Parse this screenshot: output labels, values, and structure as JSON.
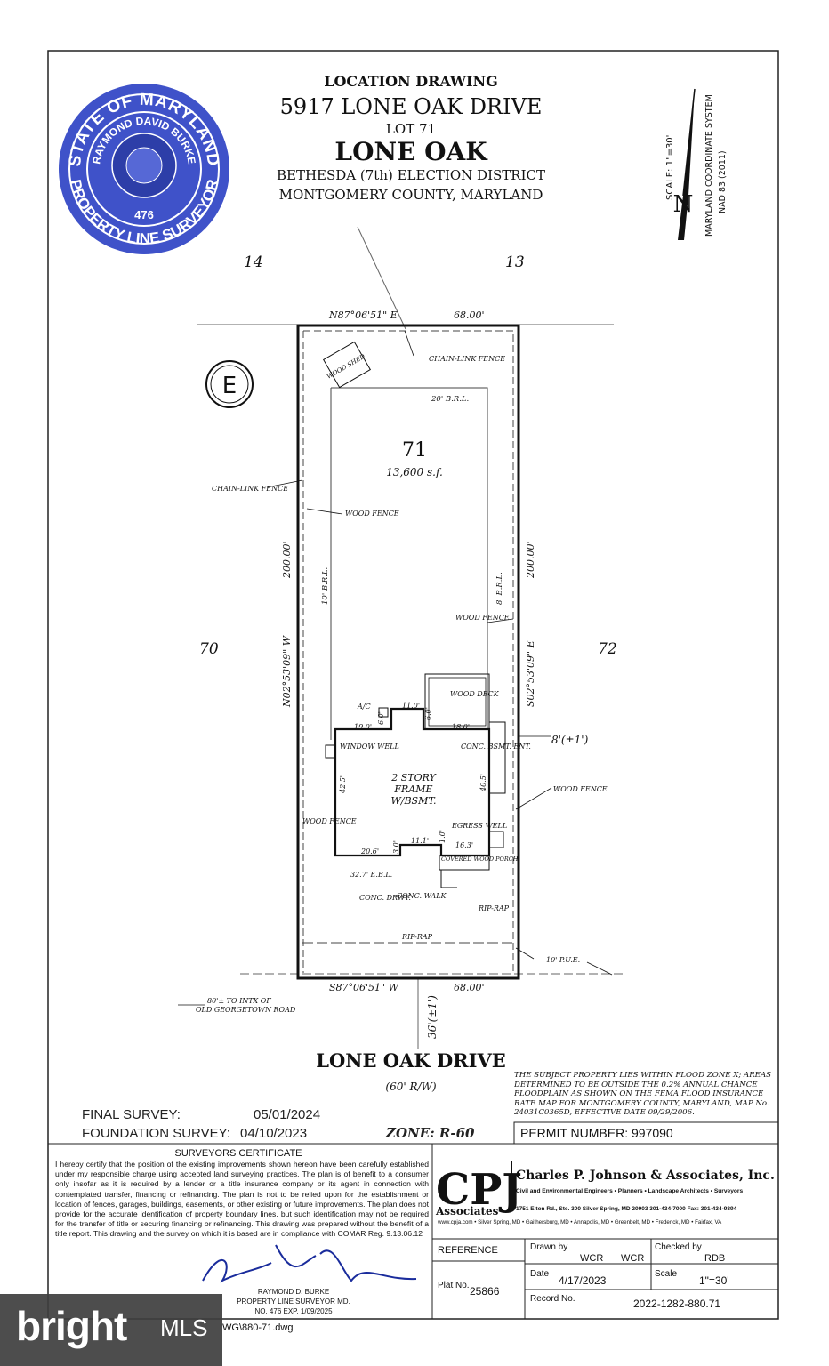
{
  "title_block": {
    "heading": "LOCATION DRAWING",
    "address": "5917 LONE OAK DRIVE",
    "lot": "LOT 71",
    "subdivision": "LONE OAK",
    "district": "BETHESDA (7th) ELECTION DISTRICT",
    "county": "MONTGOMERY COUNTY, MARYLAND"
  },
  "seal": {
    "top_text": "STATE OF MARYLAND",
    "name": "RAYMOND DAVID BURKE",
    "number": "476",
    "bottom_text": "PROPERTY LINE SURVEYOR"
  },
  "north_arrow": {
    "scale": "SCALE: 1\"=30'",
    "letter": "N",
    "coord_system": "MARYLAND COORDINATE SYSTEM",
    "datum": "NAD 83 (2011)"
  },
  "plan": {
    "adjacent_lots": {
      "left_top": "14",
      "right_top": "13",
      "left": "70",
      "right": "72"
    },
    "lot_number": "71",
    "area": "13,600 s.f.",
    "top_bearing": "N87°06'51\" E",
    "top_distance": "68.00'",
    "bottom_bearing": "S87°06'51\" W",
    "bottom_distance": "68.00'",
    "left_bearing": "N02°53'09\" W",
    "left_distance": "200.00'",
    "right_bearing": "S02°53'09\" E",
    "right_distance": "200.00'",
    "flood_zone_symbol": "E",
    "shed": "WOOD SHED",
    "chainlink_top": "CHAIN-LINK FENCE",
    "rear_brl": "20' B.R.L.",
    "chainlink_left": "CHAIN-LINK FENCE",
    "wood_fence_1": "WOOD FENCE",
    "left_brl": "10' B.R.L.",
    "right_brl": "8' B.R.L.",
    "wood_fence_2": "WOOD FENCE",
    "house_label": [
      "2 STORY",
      "FRAME",
      "W/BSMT."
    ],
    "dim_ac": "A/C",
    "dim_19": "19.0'",
    "dim_6a": "6.0'",
    "dim_11": "11.0'",
    "dim_6b": "6.0'",
    "dim_18": "18.0'",
    "wood_deck": "WOOD DECK",
    "window_well": "WINDOW WELL",
    "conc_bsmt": "CONC. BSMT. ENT.",
    "side_offset": "8'(±1')",
    "dim_42": "42.5'",
    "dim_40": "40.5'",
    "wood_fence_3": "WOOD FENCE",
    "wood_fence_4": "WOOD FENCE",
    "egress_well": "EGRESS WELL",
    "dim_16": "16.3'",
    "dim_1": "1.0'",
    "dim_20": "20.6'",
    "dim_3": "3.0'",
    "dim_11b": "11.1'",
    "covered_porch": "COVERED WOOD PORCH",
    "ebl": "32.7' E.B.L.",
    "conc_drwy": "CONC. DRWY.",
    "conc_walk": "CONC. WALK",
    "rip_rap_1": "RIP-RAP",
    "rip_rap_2": "RIP-RAP",
    "pue": "10' P.U.E.",
    "to_intx": "80'± TO INTX OF",
    "road_name_intx": "OLD GEORGETOWN ROAD",
    "front_offset": "36'(±1')",
    "street": "LONE OAK DRIVE",
    "row": "(60' R/W)"
  },
  "flood_note": "THE SUBJECT PROPERTY LIES WITHIN FLOOD ZONE X; AREAS DETERMINED TO BE OUTSIDE THE 0.2% ANNUAL CHANCE FLOODPLAIN AS SHOWN ON THE FEMA FLOOD INSURANCE RATE MAP FOR MONTGOMERY COUNTY, MARYLAND, MAP No. 24031C0365D, EFFECTIVE DATE 09/29/2006.",
  "surveys": {
    "final_label": "FINAL SURVEY:",
    "final_date": "05/01/2024",
    "foundation_label": "FOUNDATION SURVEY:",
    "foundation_date": "04/10/2023",
    "zone": "ZONE:  R-60",
    "permit": "PERMIT NUMBER:  997090"
  },
  "certificate": {
    "title": "SURVEYORS CERTIFICATE",
    "body": "I hereby certify that the position of the existing improvements shown hereon have been carefully established under my responsible charge using accepted land surveying practices. The plan is of benefit to a consumer only insofar as it is required by a lender or a title insurance company or its agent in connection with contemplated transfer, financing or refinancing. The plan is not to be relied upon for the establishment or location of fences, garages, buildings, easements, or other existing or future improvements. The plan does not provide for the accurate identification of property boundary lines, but such identification may not be required for the transfer of title or securing financing or refinancing. This drawing was prepared without the benefit of a title report. This drawing and the survey on which it is based are in compliance with COMAR Reg. 9.13.06.12",
    "signer_name": "RAYMOND D. BURKE",
    "signer_title": "PROPERTY LINE SURVEYOR MD.",
    "signer_license": "NO. 476 EXP. 1/09/2025",
    "file_ref": "WG\\880-71.dwg"
  },
  "company": {
    "logo": "CPJ",
    "logo_sub": "Associates",
    "name": "Charles P. Johnson & Associates, Inc.",
    "services": "Civil and Environmental Engineers • Planners • Landscape Architects • Surveyors",
    "address": "1751 Elton Rd., Ste. 300 Silver Spring, MD 20903 301-434-7000 Fax: 301-434-9394",
    "offices": "www.cpja.com • Silver Spring, MD • Gaithersburg, MD • Annapolis, MD • Greenbelt, MD • Frederick, MD • Fairfax, VA"
  },
  "record_table": {
    "reference_label": "REFERENCE",
    "drawn_label": "Drawn by",
    "drawn_1": "WCR",
    "drawn_2": "WCR",
    "checked_label": "Checked by",
    "checked_value": "RDB",
    "plat_label": "Plat No.",
    "plat_value": "25866",
    "date_label": "Date",
    "date_value": "4/17/2023",
    "scale_label": "Scale",
    "scale_value": "1\"=30'",
    "record_label": "Record No.",
    "record_value": "2022-1282-880.71"
  },
  "watermark": {
    "brand": "bright",
    "suffix": "MLS"
  }
}
